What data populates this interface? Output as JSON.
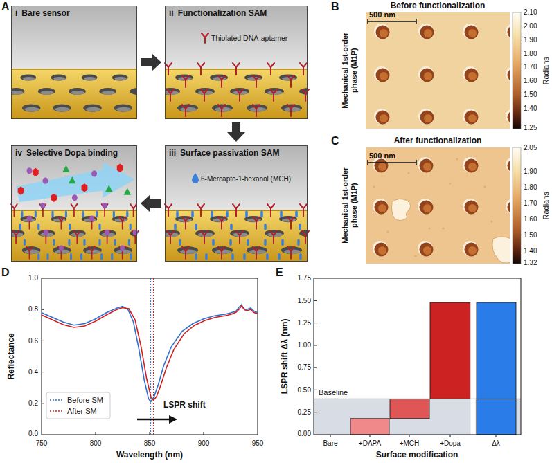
{
  "diagram": {
    "nodes": [
      {
        "text": [
          "i",
          "Bare sensor"
        ]
      },
      {
        "text": [
          "ii",
          "Functionalization SAM",
          "Thiolated DNA-aptamer"
        ]
      },
      {
        "text": [
          "iii",
          "Surface passivation SAM",
          "6-Mercapto-1-hexanol (MCH)"
        ]
      },
      {
        "text": [
          "iv",
          "Selective Dopa binding"
        ]
      }
    ],
    "edges": [
      {
        "from": 0,
        "to": 1,
        "arrow": "to"
      },
      {
        "from": 1,
        "to": 2,
        "arrow": "to"
      },
      {
        "from": 2,
        "to": 3,
        "arrow": "to"
      }
    ],
    "labels": [
      "A",
      "B",
      "Before functionalization",
      "500 nm",
      "Mechanical 1st-order phase (M1P)",
      "2.10",
      "2.00",
      "1.90",
      "1.80",
      "1.70",
      "1.60",
      "1.50",
      "1.40",
      "1.25",
      "Radians",
      "C",
      "After functionalization",
      "500 nm",
      "Mechanical 1st-order phase (M1P)",
      "2.05",
      "1.90",
      "1.80",
      "1.70",
      "1.60",
      "1.50",
      "1.40",
      "1.32",
      "Radians",
      "D",
      "1.0",
      "0.8",
      "0.6",
      "0.4",
      "0.2",
      "0.0",
      "Reflectance",
      "750",
      "800",
      "850",
      "900",
      "950",
      "Wavelength (nm)",
      "LSPR shift",
      "E",
      "1.75",
      "1.50",
      "1.25",
      "1.00",
      "0.75",
      "0.50",
      "0.25",
      "0.00",
      "LSPR shift Δλ (nm)",
      "Bare",
      "+DAPA",
      "+MCH",
      "+Dopa",
      "Δλ",
      "Surface modification",
      "Baseline"
    ],
    "legend": [
      {
        "text": "Before SM"
      },
      {
        "text": "After SM"
      }
    ]
  }
}
